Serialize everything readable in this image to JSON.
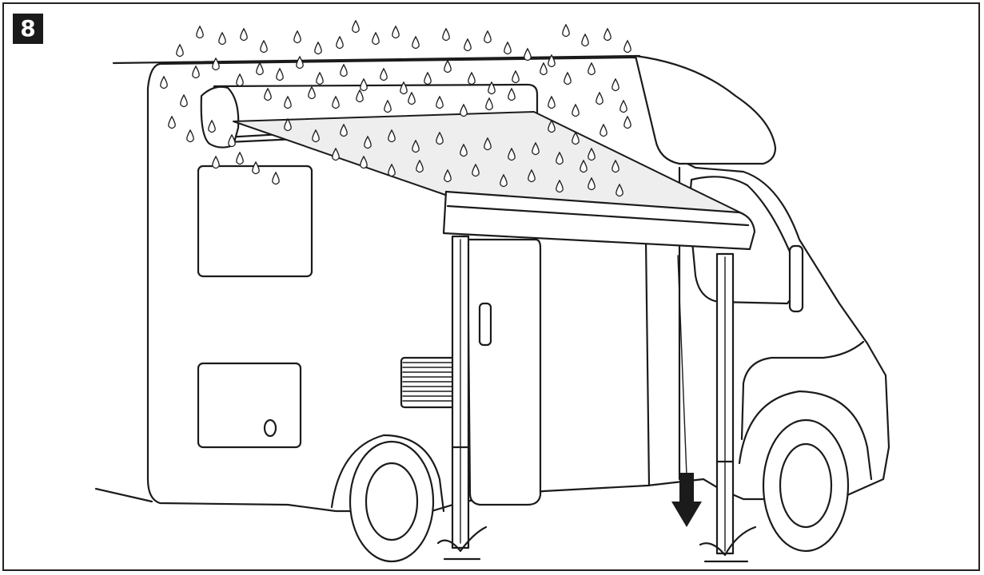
{
  "figure": {
    "step_number": "8",
    "subject": "camper-with-extended-awning-in-rain",
    "arrow_direction": "down",
    "colors": {
      "line": "#1b1b1b",
      "background": "#ffffff",
      "badge": "#1a1a1a"
    }
  }
}
